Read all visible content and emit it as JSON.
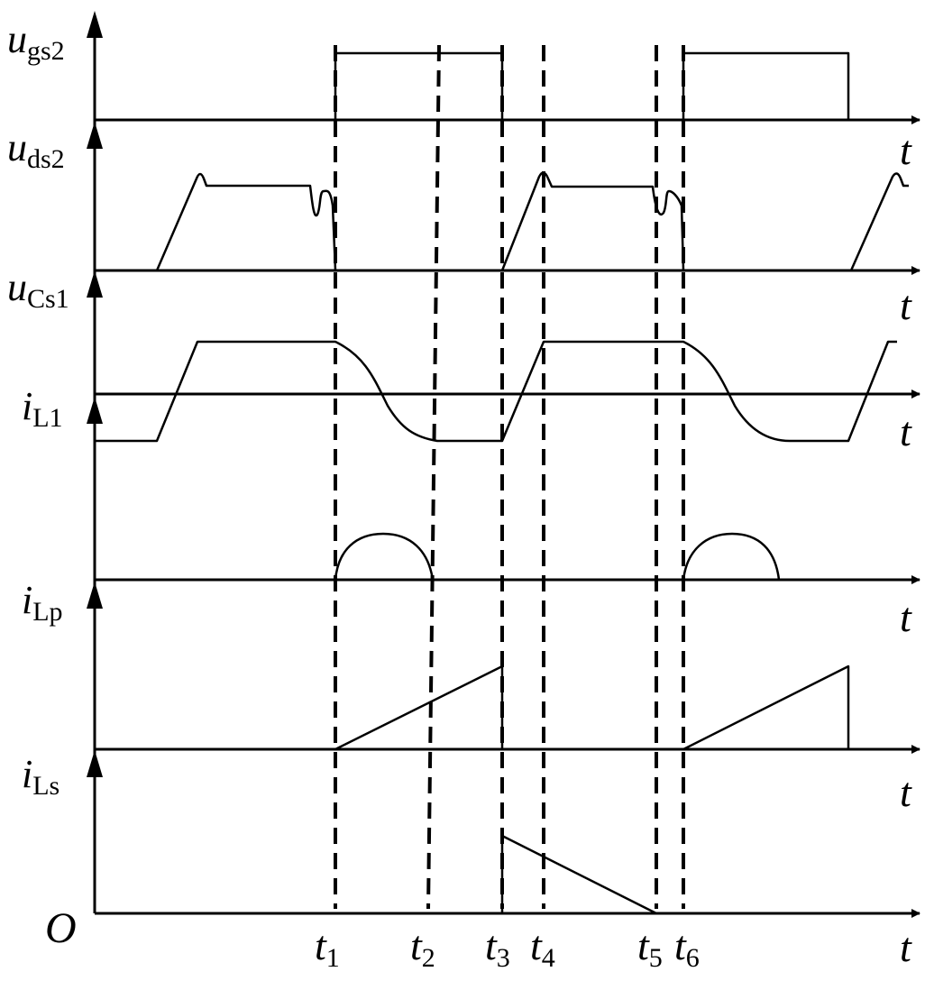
{
  "signals": [
    {
      "id": "ugs2",
      "main": "u",
      "sub": "gs2"
    },
    {
      "id": "uds2",
      "main": "u",
      "sub": "ds2"
    },
    {
      "id": "uCs1",
      "main": "u",
      "sub": "Cs1"
    },
    {
      "id": "iL1",
      "main": "i",
      "sub": "L1"
    },
    {
      "id": "iLp",
      "main": "i",
      "sub": "Lp"
    },
    {
      "id": "iLs",
      "main": "i",
      "sub": "Ls"
    }
  ],
  "time_axis_label": "t",
  "origin_label": "O",
  "time_markers": [
    {
      "id": "t1",
      "main": "t",
      "sub": "1"
    },
    {
      "id": "t2",
      "main": "t",
      "sub": "2"
    },
    {
      "id": "t3",
      "main": "t",
      "sub": "3"
    },
    {
      "id": "t4",
      "main": "t",
      "sub": "4"
    },
    {
      "id": "t5",
      "main": "t",
      "sub": "5"
    },
    {
      "id": "t6",
      "main": "t",
      "sub": "6"
    }
  ]
}
